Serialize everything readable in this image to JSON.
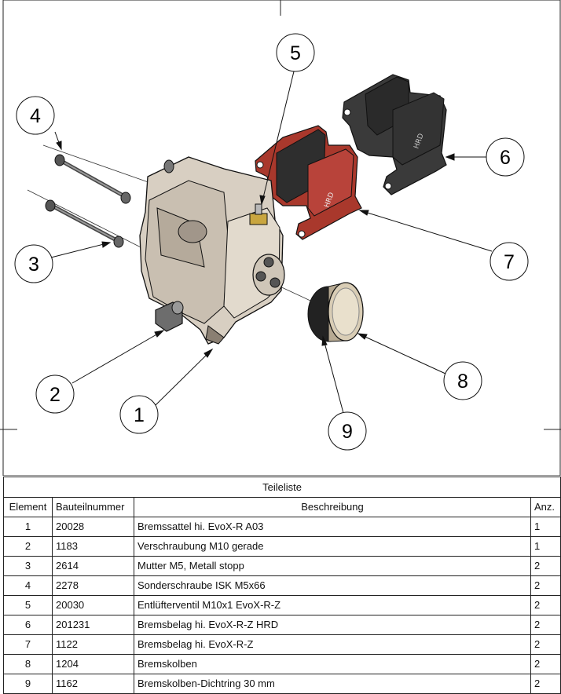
{
  "callouts": [
    {
      "label": "1"
    },
    {
      "label": "2"
    },
    {
      "label": "3"
    },
    {
      "label": "4"
    },
    {
      "label": "5"
    },
    {
      "label": "6"
    },
    {
      "label": "7"
    },
    {
      "label": "8"
    },
    {
      "label": "9"
    }
  ],
  "table": {
    "title": "Teileliste",
    "headers": [
      "Element",
      "Bauteilnummer",
      "Beschreibung",
      "Anz."
    ],
    "rows": [
      [
        "1",
        "20028",
        "Bremssattel hi. EvoX-R A03",
        "1"
      ],
      [
        "2",
        "1183",
        "Verschraubung M10 gerade",
        "1"
      ],
      [
        "3",
        "2614",
        "Mutter M5, Metall stopp",
        "2"
      ],
      [
        "4",
        "2278",
        "Sonderschraube ISK M5x66",
        "2"
      ],
      [
        "5",
        "20030",
        "Entlüfterventil M10x1 EvoX-R-Z",
        "2"
      ],
      [
        "6",
        "201231",
        "Bremsbelag hi. EvoX-R-Z HRD",
        "2"
      ],
      [
        "7",
        "1122",
        "Bremsbelag hi. EvoX-R-Z",
        "2"
      ],
      [
        "8",
        "1204",
        "Bremskolben",
        "2"
      ],
      [
        "9",
        "1162",
        "Bremskolben-Dichtring 30 mm",
        "2"
      ]
    ]
  }
}
